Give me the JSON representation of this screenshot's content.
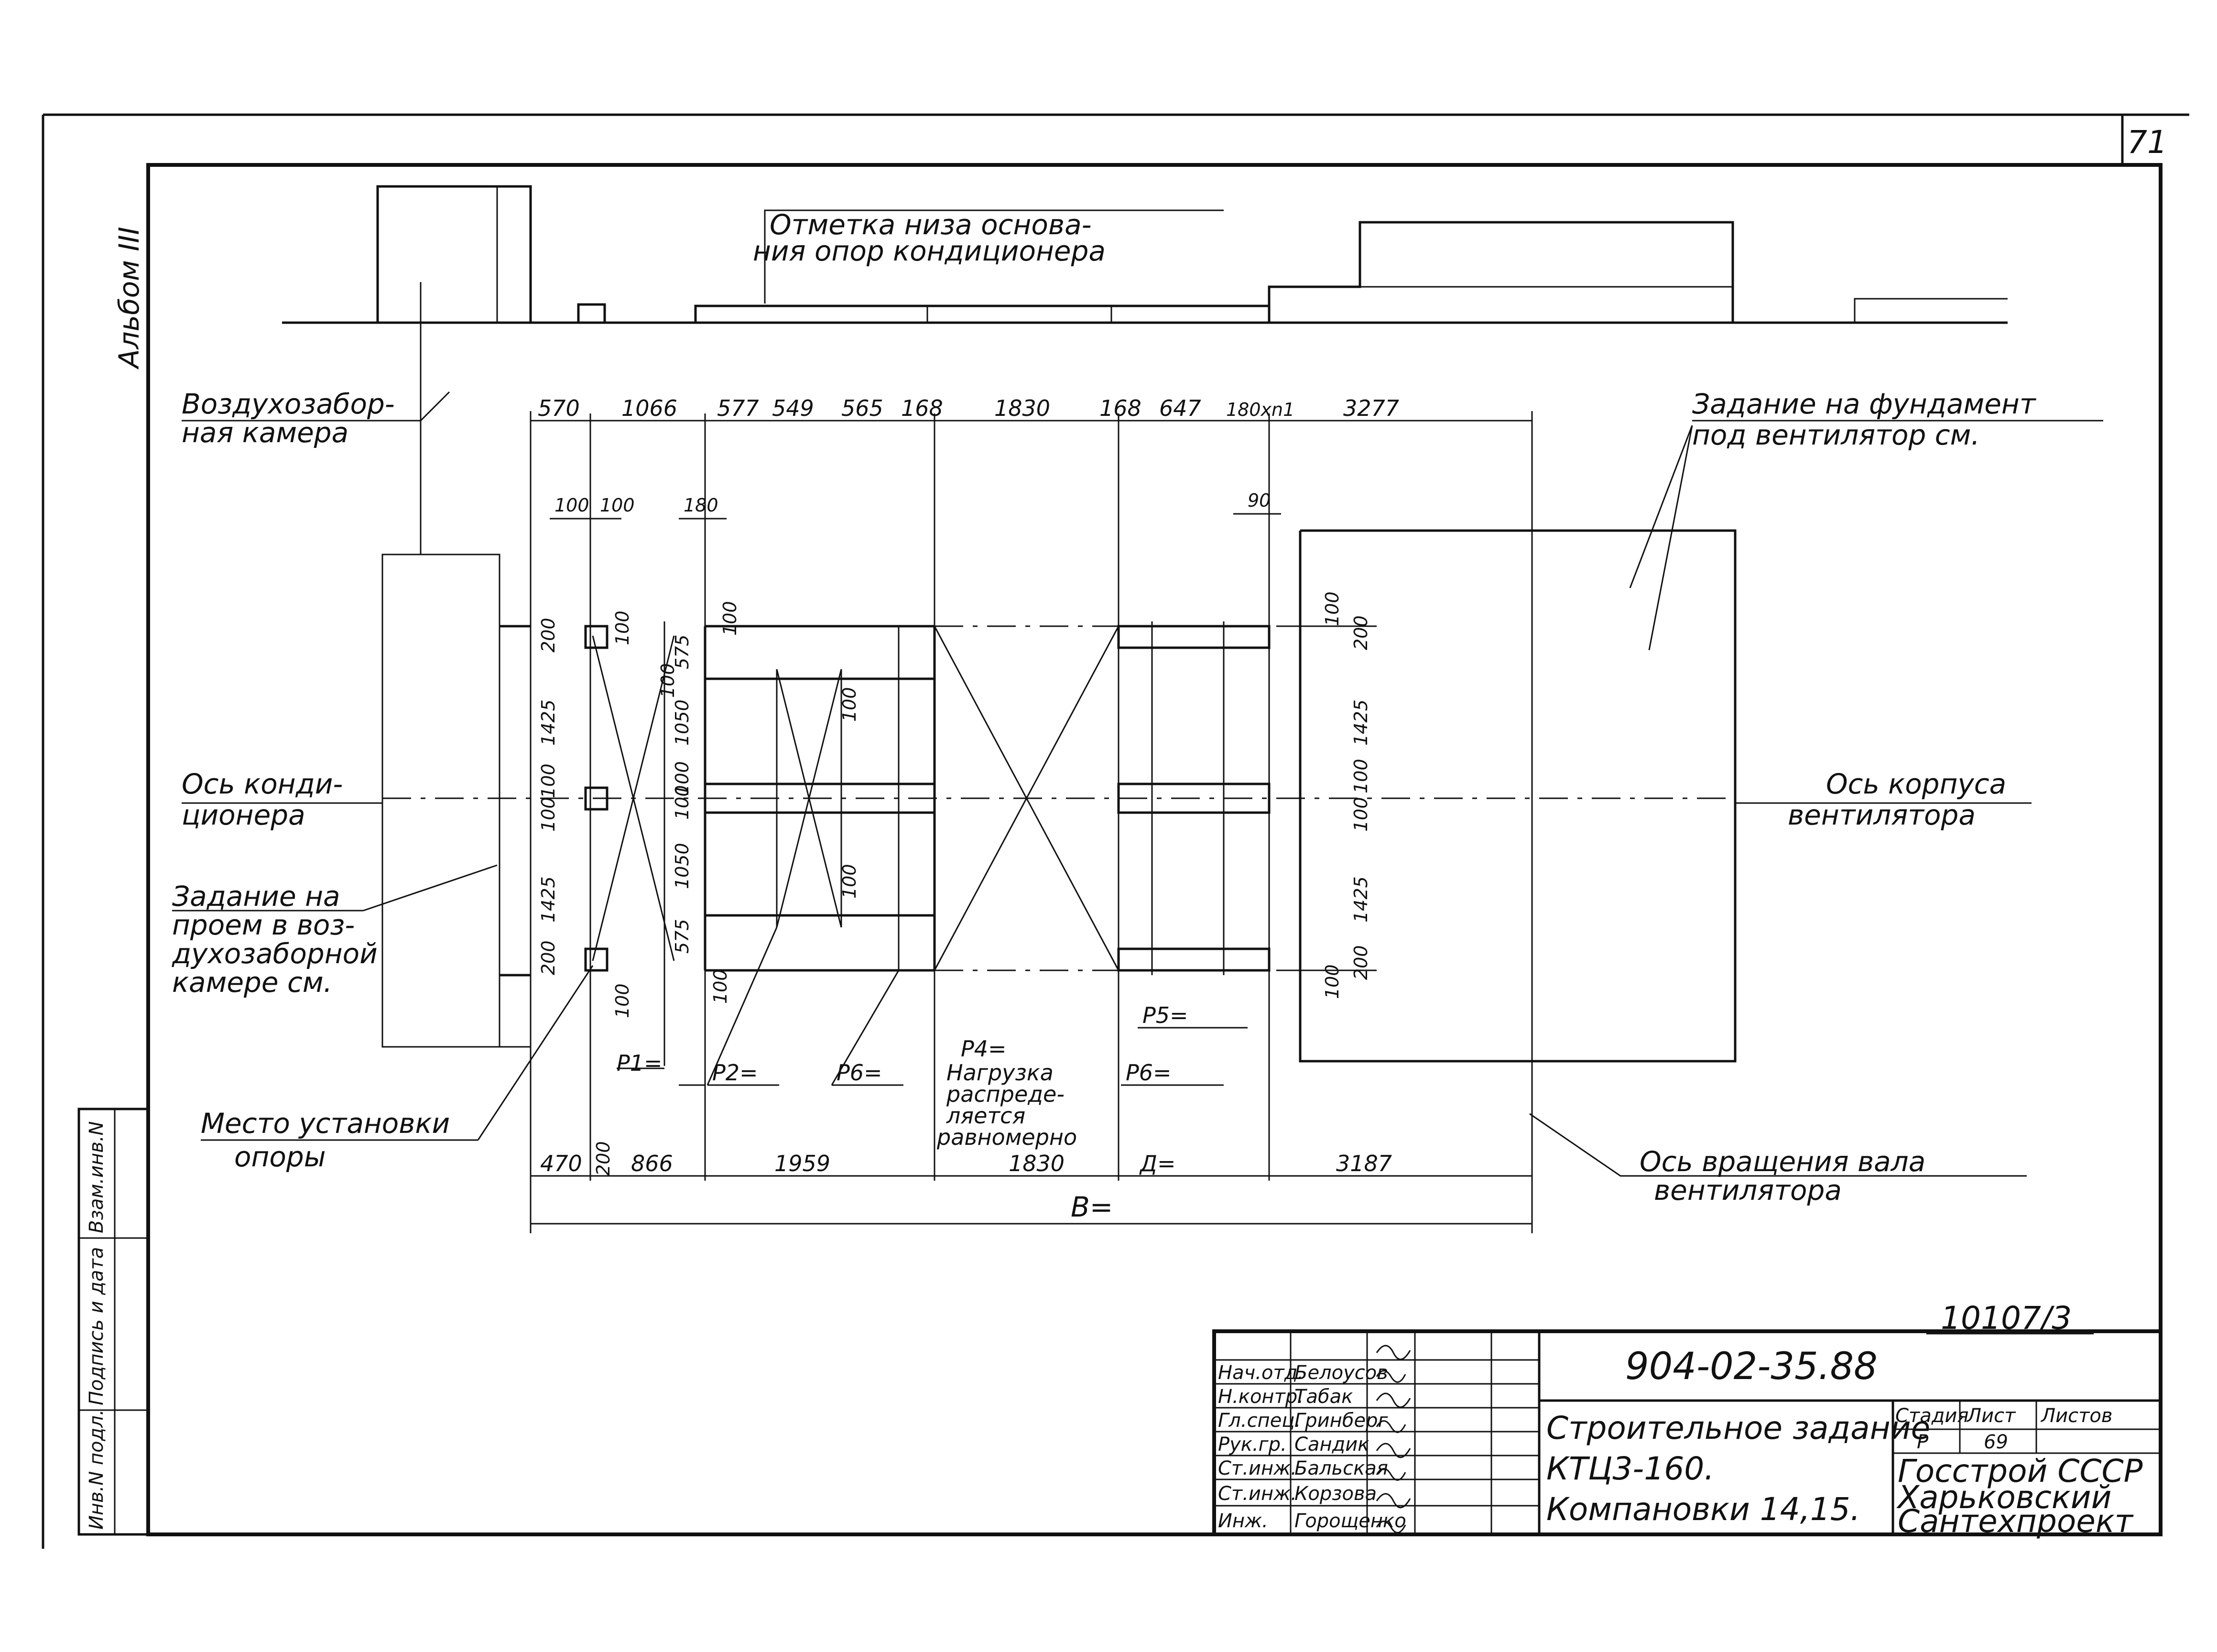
{
  "sheet": {
    "page_number": "71",
    "album": "Альбом III",
    "inventory_no": "10107/3",
    "left_stamp": [
      "Инв.N подл.",
      "Подпись и дата",
      "Взам.инв.N"
    ]
  },
  "elevation": {
    "mark_label_1": "Отметка низа основа-",
    "mark_label_2": "ния опор кондиционера"
  },
  "labels": {
    "air_intake_1": "Воздухозабор-",
    "air_intake_2": "ная камера",
    "fan_foundation_1": "Задание на фундамент",
    "fan_foundation_2": "под вентилятор см.",
    "conditioner_axis_1": "Ось конди-",
    "conditioner_axis_2": "ционера",
    "fan_axis_1": "Ось корпуса",
    "fan_axis_2": "вентилятора",
    "opening_1": "Задание на",
    "opening_2": "проем в воз-",
    "opening_3": "духозаборной",
    "opening_4": "камере см.",
    "support_place_1": "Место установки",
    "support_place_2": "опоры",
    "shaft_axis_1": "Ось вращения вала",
    "shaft_axis_2": "вентилятора",
    "load_1": "P4=",
    "load_2": "Нагрузка",
    "load_3": "распреде-",
    "load_4": "ляется",
    "load_5": "равномерно",
    "p1": "P1=",
    "p2": "P2=",
    "p3": "P6=",
    "p5": "P5=",
    "p6": "P6="
  },
  "dimensions": {
    "top_row": [
      "570",
      "1066",
      "577",
      "549",
      "565",
      "168",
      "1830",
      "168",
      "647",
      "180xn1",
      "3277"
    ],
    "bottom_row": [
      "470",
      "200",
      "866",
      "1959",
      "1830",
      "Д=",
      "3187"
    ],
    "total": "В=",
    "small_top": [
      "100",
      "100",
      "180",
      "90"
    ],
    "left_vertical": [
      "200",
      "1425",
      "100",
      "100",
      "1425",
      "200"
    ],
    "inner_vertical": [
      "575",
      "1050",
      "100",
      "100",
      "1050",
      "575"
    ],
    "right_vertical": [
      "200",
      "1425",
      "100",
      "100",
      "1425",
      "200"
    ],
    "misc": [
      "100",
      "100",
      "100",
      "100",
      "100",
      "100",
      "100",
      "100",
      "100"
    ]
  },
  "title_block": {
    "doc_code": "904-02-35.88",
    "title_1": "Строительное задание",
    "title_2": "КТЦ3-160.",
    "title_3": "Компановки 14,15.",
    "stage_label": "Стадия",
    "sheet_label": "Лист",
    "sheets_label": "Листов",
    "stage": "Р",
    "sheet": "69",
    "org_1": "Госстрой СССР",
    "org_2": "Харьковский",
    "org_3": "Сантехпроект",
    "people": [
      {
        "role": "Нач.отд.",
        "name": "Белоусов"
      },
      {
        "role": "Н.контр.",
        "name": "Табак"
      },
      {
        "role": "Гл.спец.",
        "name": "Гринберг"
      },
      {
        "role": "Рук.гр.",
        "name": "Сандик"
      },
      {
        "role": "Ст.инж.",
        "name": "Бальская"
      },
      {
        "role": "Ст.инж.",
        "name": "Корзова"
      },
      {
        "role": "Инж.",
        "name": "Горощенко"
      }
    ]
  }
}
